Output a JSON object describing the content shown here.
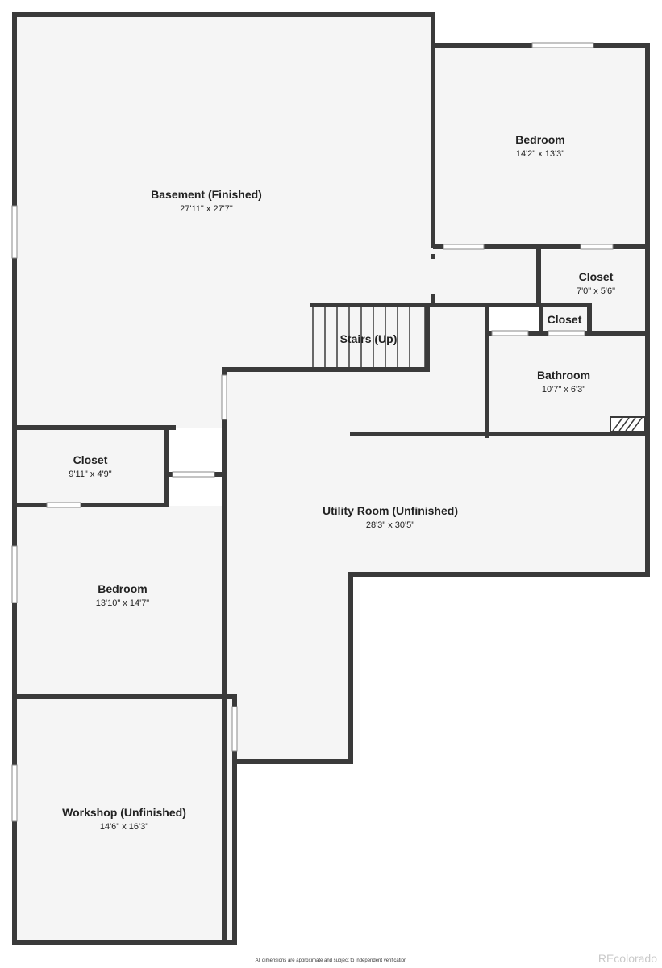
{
  "rooms": [
    {
      "id": "basement",
      "name": "Basement (Finished)",
      "dims": "27'11\" x 27'7\""
    },
    {
      "id": "bedroom-1",
      "name": "Bedroom",
      "dims": "14'2\" x 13'3\""
    },
    {
      "id": "closet-1",
      "name": "Closet",
      "dims": "7'0\" x 5'6\""
    },
    {
      "id": "closet-2",
      "name": "Closet",
      "dims": ""
    },
    {
      "id": "stairs",
      "name": "Stairs (Up)",
      "dims": ""
    },
    {
      "id": "bathroom",
      "name": "Bathroom",
      "dims": "10'7\" x 6'3\""
    },
    {
      "id": "closet-3",
      "name": "Closet",
      "dims": "9'11\" x 4'9\""
    },
    {
      "id": "utility",
      "name": "Utility Room (Unfinished)",
      "dims": "28'3\" x 30'5\""
    },
    {
      "id": "bedroom-2",
      "name": "Bedroom",
      "dims": "13'10\" x 14'7\""
    },
    {
      "id": "workshop",
      "name": "Workshop (Unfinished)",
      "dims": "14'6\" x 16'3\""
    }
  ],
  "footer": {
    "disclaimer": "All dimensions are approximate and subject to independent verification",
    "brand": "REcolorado"
  },
  "colors": {
    "wall": "#3a3a3a",
    "floor": "#f5f5f5",
    "watermark": "#c9c9c9"
  }
}
